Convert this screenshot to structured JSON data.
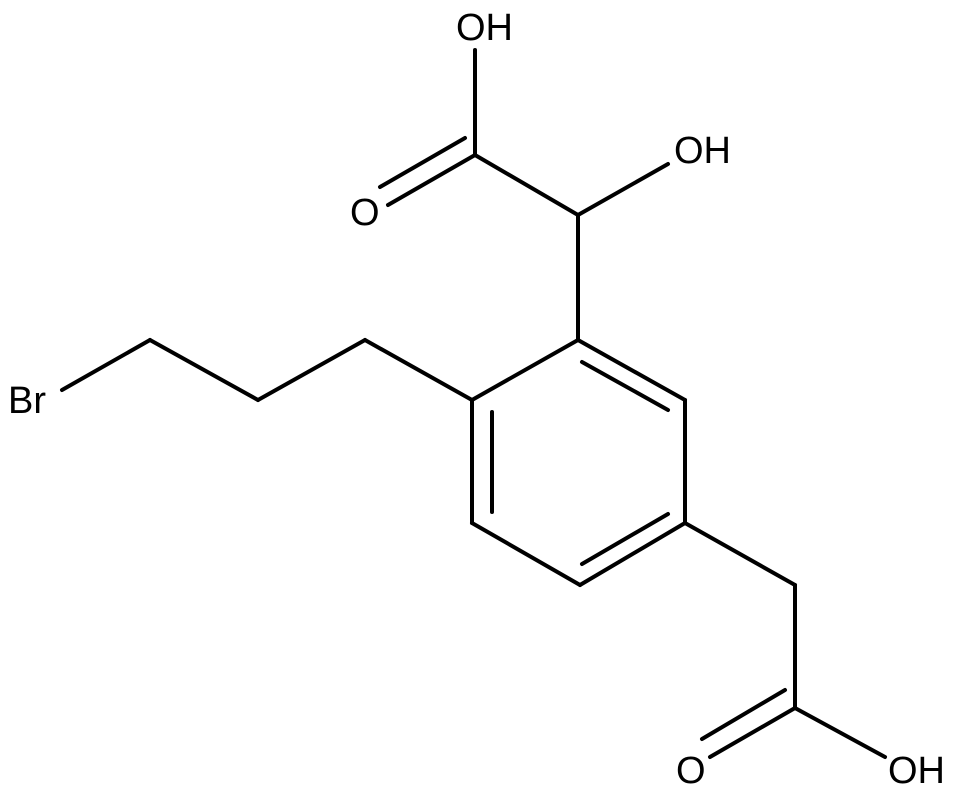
{
  "molecule": {
    "atoms": {
      "oh_top": "OH",
      "oh_side": "OH",
      "o_carbonyl_top": "O",
      "br": "Br",
      "o_carbonyl_bottom": "O",
      "oh_bottom": "OH"
    }
  },
  "colors": {
    "bond": "#000000",
    "label": "#000000",
    "background": "#ffffff"
  }
}
